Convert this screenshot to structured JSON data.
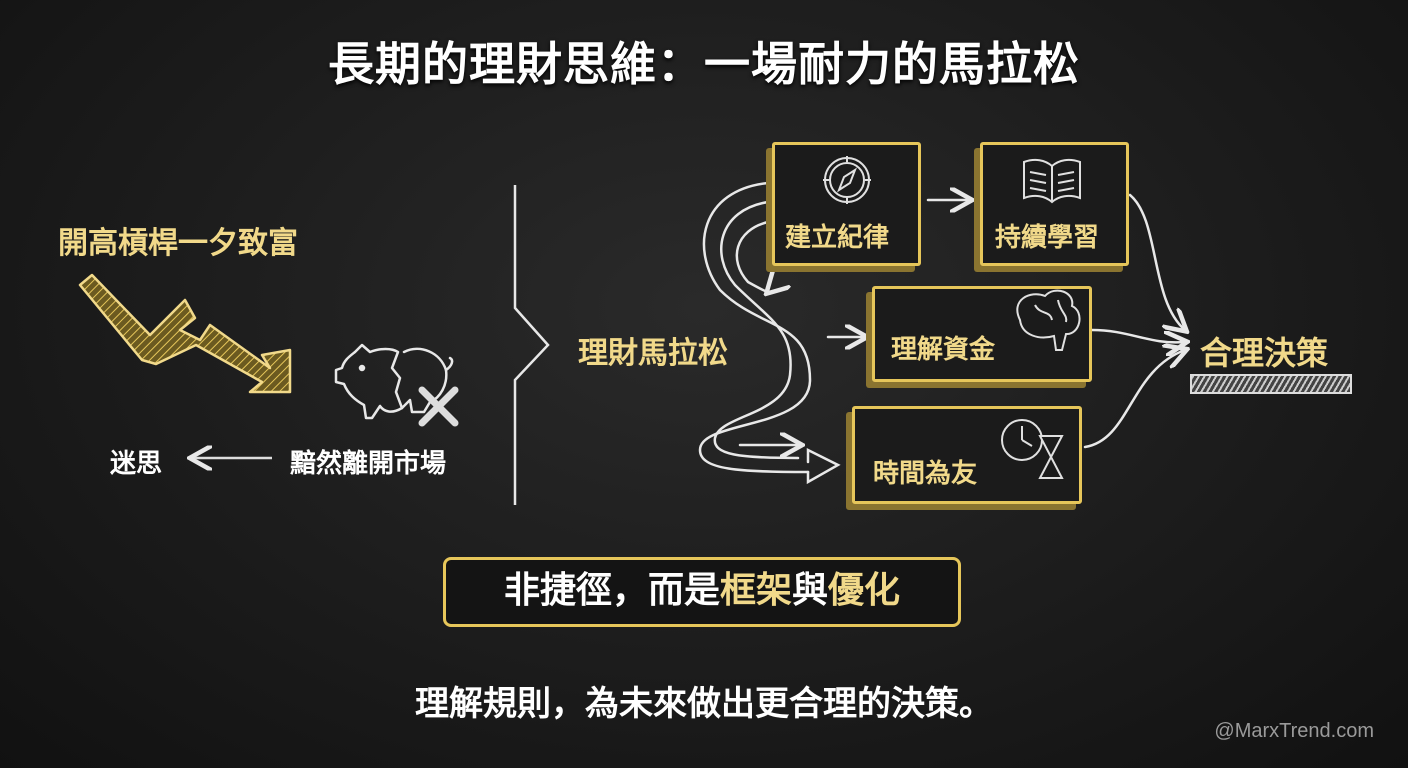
{
  "title": "長期的理財思維：一場耐力的馬拉松",
  "myth_side": {
    "headline": "開高槓桿一夕致富",
    "exit_label": "黯然離開市場",
    "myth_label": "迷思",
    "icons": [
      "zigzag-down-arrow-icon",
      "broken-piggy-bank-icon",
      "x-mark-icon",
      "left-arrow-icon"
    ]
  },
  "center": {
    "label": "理財馬拉松",
    "icons": [
      "bracket-divider",
      "winding-road-arrows-icon"
    ]
  },
  "steps": [
    {
      "label": "建立紀律",
      "icon": "compass-icon"
    },
    {
      "label": "持續學習",
      "icon": "open-book-icon"
    },
    {
      "label": "理解資金",
      "icon": "brain-icon"
    },
    {
      "label": "時間為友",
      "icon": "clock-hourglass-icon"
    }
  ],
  "outcome": {
    "label": "合理決策"
  },
  "callout": {
    "part1": "非捷徑，而是",
    "highlight1": "框架",
    "part2": "與",
    "highlight2": "優化"
  },
  "subtitle": "理解規則，為未來做出更合理的決策。",
  "watermark": "@MarxTrend.com",
  "colors": {
    "gold": "#f1d98a",
    "border_gold": "#e6c65a",
    "background": "#1c1c1c",
    "chalk_white": "#e8e8e8"
  }
}
